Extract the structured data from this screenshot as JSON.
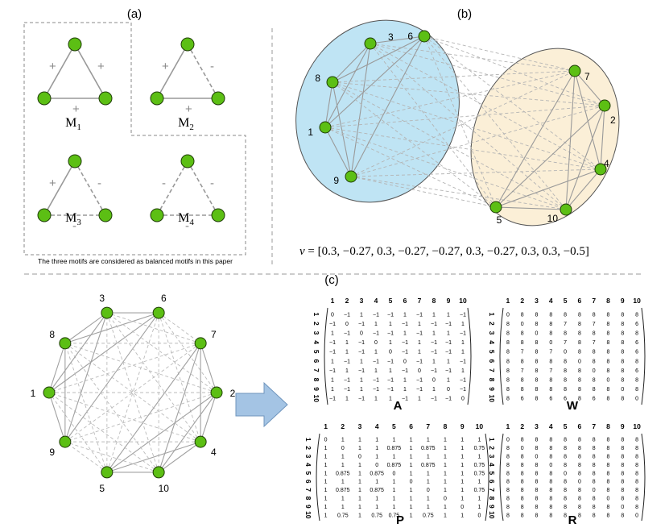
{
  "panels": {
    "a": {
      "label": "(a)",
      "motifs": [
        {
          "name": "M",
          "sub": "1",
          "signs": [
            "+",
            "+",
            "+"
          ],
          "edges": [
            "solid",
            "solid",
            "solid"
          ]
        },
        {
          "name": "M",
          "sub": "2",
          "signs": [
            "+",
            "-",
            "+"
          ],
          "edges": [
            "solid",
            "dashed",
            "solid"
          ]
        },
        {
          "name": "M",
          "sub": "3",
          "signs": [
            "+",
            "-",
            "-"
          ],
          "edges": [
            "solid",
            "dashed",
            "dashed"
          ]
        },
        {
          "name": "M",
          "sub": "4",
          "signs": [
            "-",
            "-",
            "-"
          ],
          "edges": [
            "dashed",
            "dashed",
            "dashed"
          ]
        }
      ],
      "caption": "The three motifs are considered as balanced motifs in this paper"
    },
    "b": {
      "label": "(b)",
      "cluster1": [
        "3",
        "6",
        "8",
        "1",
        "9"
      ],
      "cluster2": [
        "7",
        "2",
        "4",
        "10",
        "5"
      ],
      "cluster1_color": "#bfe4f4",
      "cluster2_color": "#fbefd7",
      "vector_lhs": "v",
      "vector_rhs": " = [0.3, −0.27, 0.3, −0.27, −0.27, 0.3, −0.27, 0.3, 0.3, −0.5]"
    },
    "c": {
      "label": "(c)",
      "ring_nodes": [
        "6",
        "7",
        "2",
        "4",
        "10",
        "5",
        "9",
        "1",
        "8",
        "3"
      ],
      "arrow_color": "#a4c4e4"
    }
  },
  "node_color": "#5cbf14",
  "matrices": {
    "A": {
      "name": "A",
      "headers": [
        "1",
        "2",
        "3",
        "4",
        "5",
        "6",
        "7",
        "8",
        "9",
        "10"
      ],
      "rows": [
        [
          "0",
          "−1",
          "1",
          "−1",
          "−1",
          "1",
          "−1",
          "1",
          "1",
          "−1"
        ],
        [
          "−1",
          "0",
          "−1",
          "1",
          "1",
          "−1",
          "1",
          "−1",
          "−1",
          "1"
        ],
        [
          "1",
          "−1",
          "0",
          "−1",
          "−1",
          "1",
          "−1",
          "1",
          "1",
          "−1"
        ],
        [
          "−1",
          "1",
          "−1",
          "0",
          "1",
          "−1",
          "1",
          "−1",
          "−1",
          "1"
        ],
        [
          "−1",
          "1",
          "−1",
          "1",
          "0",
          "−1",
          "1",
          "−1",
          "−1",
          "1"
        ],
        [
          "1",
          "−1",
          "1",
          "−1",
          "−1",
          "0",
          "−1",
          "1",
          "1",
          "−1"
        ],
        [
          "−1",
          "1",
          "−1",
          "1",
          "1",
          "−1",
          "0",
          "−1",
          "−1",
          "1"
        ],
        [
          "1",
          "−1",
          "1",
          "−1",
          "−1",
          "1",
          "−1",
          "0",
          "1",
          "−1"
        ],
        [
          "1",
          "−1",
          "1",
          "−1",
          "−1",
          "1",
          "−1",
          "1",
          "0",
          "−1"
        ],
        [
          "−1",
          "1",
          "−1",
          "1",
          "1",
          "−1",
          "1",
          "−1",
          "−1",
          "0"
        ]
      ]
    },
    "W": {
      "name": "W",
      "headers": [
        "1",
        "2",
        "3",
        "4",
        "5",
        "6",
        "7",
        "8",
        "9",
        "10"
      ],
      "rows": [
        [
          "0",
          "8",
          "8",
          "8",
          "8",
          "8",
          "8",
          "8",
          "8",
          "8"
        ],
        [
          "8",
          "0",
          "8",
          "8",
          "7",
          "8",
          "7",
          "8",
          "8",
          "6"
        ],
        [
          "8",
          "8",
          "0",
          "8",
          "8",
          "8",
          "8",
          "8",
          "8",
          "8"
        ],
        [
          "8",
          "8",
          "8",
          "0",
          "7",
          "8",
          "7",
          "8",
          "8",
          "6"
        ],
        [
          "8",
          "7",
          "8",
          "7",
          "0",
          "8",
          "8",
          "8",
          "8",
          "6"
        ],
        [
          "8",
          "8",
          "8",
          "8",
          "8",
          "0",
          "8",
          "8",
          "8",
          "8"
        ],
        [
          "8",
          "7",
          "8",
          "7",
          "8",
          "8",
          "0",
          "8",
          "8",
          "6"
        ],
        [
          "8",
          "8",
          "8",
          "8",
          "8",
          "8",
          "8",
          "0",
          "8",
          "8"
        ],
        [
          "8",
          "8",
          "8",
          "8",
          "8",
          "8",
          "8",
          "8",
          "0",
          "8"
        ],
        [
          "8",
          "6",
          "8",
          "6",
          "6",
          "8",
          "6",
          "8",
          "8",
          "0"
        ]
      ]
    },
    "P": {
      "name": "P",
      "headers": [
        "1",
        "2",
        "3",
        "4",
        "5",
        "6",
        "7",
        "8",
        "9",
        "10"
      ],
      "rows": [
        [
          "0",
          "1",
          "1",
          "1",
          "1",
          "1",
          "1",
          "1",
          "1",
          "1"
        ],
        [
          "1",
          "0",
          "1",
          "1",
          "0.875",
          "1",
          "0.875",
          "1",
          "1",
          "0.75"
        ],
        [
          "1",
          "1",
          "0",
          "1",
          "1",
          "1",
          "1",
          "1",
          "1",
          "1"
        ],
        [
          "1",
          "1",
          "1",
          "0",
          "0.875",
          "1",
          "0.875",
          "1",
          "1",
          "0.75"
        ],
        [
          "1",
          "0.875",
          "1",
          "0.875",
          "0",
          "1",
          "1",
          "1",
          "1",
          "0.75"
        ],
        [
          "1",
          "1",
          "1",
          "1",
          "1",
          "0",
          "1",
          "1",
          "1",
          "1"
        ],
        [
          "1",
          "0.875",
          "1",
          "0.875",
          "1",
          "1",
          "0",
          "1",
          "1",
          "0.75"
        ],
        [
          "1",
          "1",
          "1",
          "1",
          "1",
          "1",
          "1",
          "0",
          "1",
          "1"
        ],
        [
          "1",
          "1",
          "1",
          "1",
          "1",
          "1",
          "1",
          "1",
          "0",
          "1"
        ],
        [
          "1",
          "0.75",
          "1",
          "0.75",
          "0.75",
          "1",
          "0.75",
          "1",
          "1",
          "0"
        ]
      ]
    },
    "R": {
      "name": "R",
      "headers": [
        "1",
        "2",
        "3",
        "4",
        "5",
        "6",
        "7",
        "8",
        "9",
        "10"
      ],
      "rows": [
        [
          "0",
          "8",
          "8",
          "8",
          "8",
          "8",
          "8",
          "8",
          "8",
          "8"
        ],
        [
          "8",
          "0",
          "8",
          "8",
          "8",
          "8",
          "8",
          "8",
          "8",
          "8"
        ],
        [
          "8",
          "8",
          "0",
          "8",
          "8",
          "8",
          "8",
          "8",
          "8",
          "8"
        ],
        [
          "8",
          "8",
          "8",
          "0",
          "8",
          "8",
          "8",
          "8",
          "8",
          "8"
        ],
        [
          "8",
          "8",
          "8",
          "8",
          "0",
          "8",
          "8",
          "8",
          "8",
          "8"
        ],
        [
          "8",
          "8",
          "8",
          "8",
          "8",
          "0",
          "8",
          "8",
          "8",
          "8"
        ],
        [
          "8",
          "8",
          "8",
          "8",
          "8",
          "8",
          "0",
          "8",
          "8",
          "8"
        ],
        [
          "8",
          "8",
          "8",
          "8",
          "8",
          "8",
          "8",
          "0",
          "8",
          "8"
        ],
        [
          "8",
          "8",
          "8",
          "8",
          "8",
          "8",
          "8",
          "8",
          "0",
          "8"
        ],
        [
          "8",
          "8",
          "8",
          "8",
          "8",
          "8",
          "8",
          "8",
          "8",
          "0"
        ]
      ]
    }
  }
}
